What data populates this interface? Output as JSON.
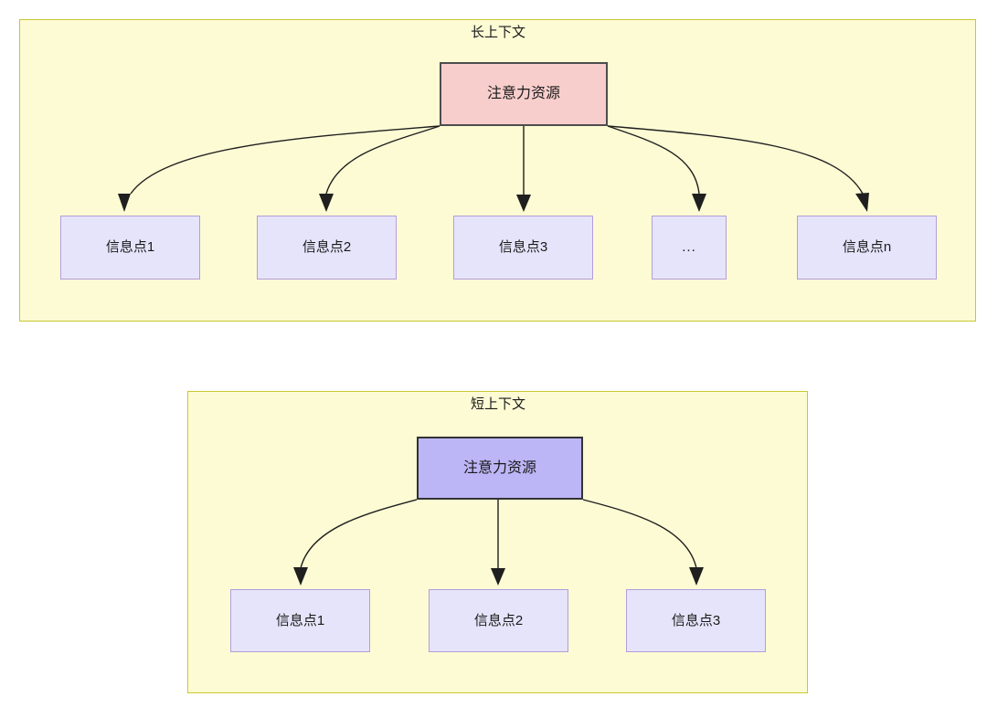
{
  "diagram": {
    "type": "node-edge-diagram",
    "background": "#ffffff",
    "colors": {
      "group_fill": "#fdfbd4",
      "group_border": "#c8c832",
      "root_long_fill": "#f8cecc",
      "root_long_border": "#4d4d4d",
      "root_short_fill": "#bcb6f7",
      "root_short_border": "#333333",
      "info_fill": "#e6e4fb",
      "info_border": "#b39ddb",
      "edge_stroke": "#1f1f1f",
      "text": "#1a1a1a"
    },
    "groups": [
      {
        "id": "long-context",
        "title": "长上下文",
        "root": {
          "label": "注意力资源"
        },
        "children": [
          {
            "label": "信息点1"
          },
          {
            "label": "信息点2"
          },
          {
            "label": "信息点3"
          },
          {
            "label": "..."
          },
          {
            "label": "信息点n"
          }
        ]
      },
      {
        "id": "short-context",
        "title": "短上下文",
        "root": {
          "label": "注意力资源"
        },
        "children": [
          {
            "label": "信息点1"
          },
          {
            "label": "信息点2"
          },
          {
            "label": "信息点3"
          }
        ]
      }
    ]
  }
}
